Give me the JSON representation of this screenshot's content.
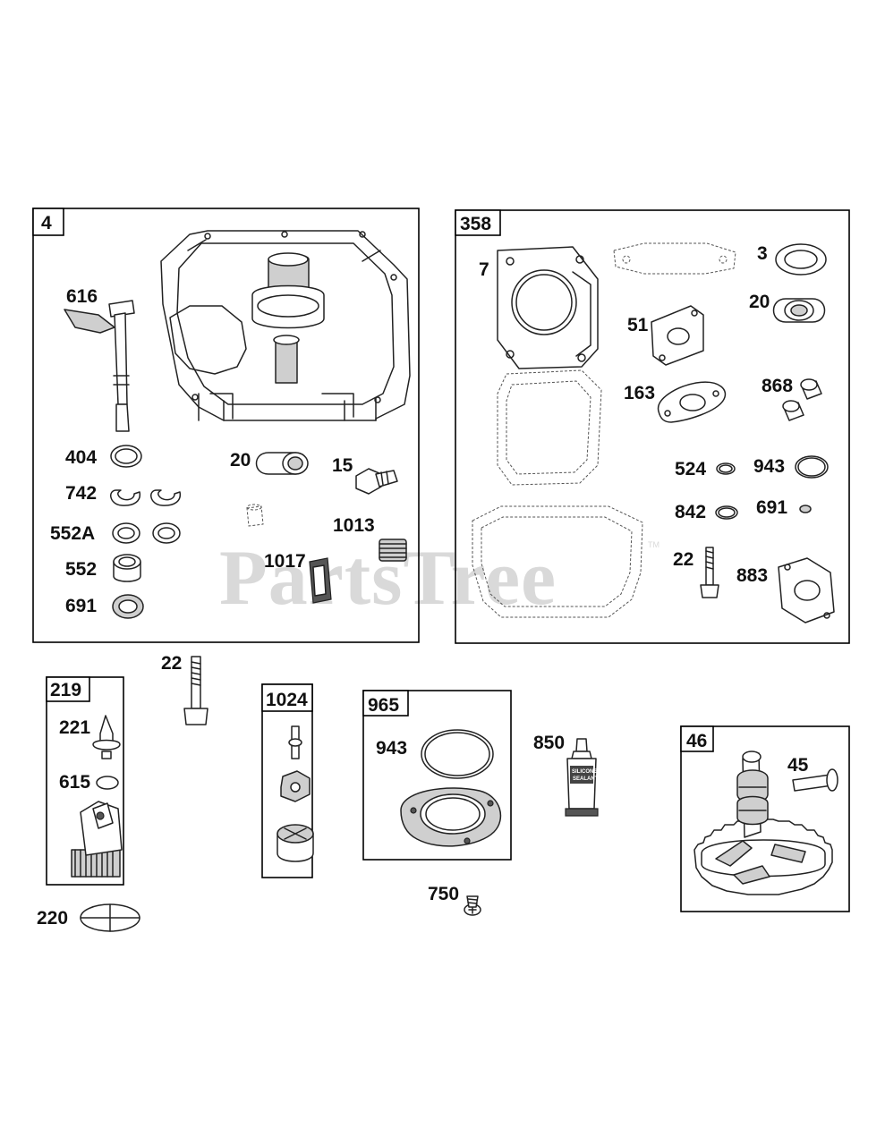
{
  "watermark": {
    "text": "PartsTree",
    "mark": "TM"
  },
  "groups": {
    "g4": "4",
    "g358": "358",
    "g219": "219",
    "g1024": "1024",
    "g965": "965",
    "g46": "46"
  },
  "parts": {
    "p616": "616",
    "p404": "404",
    "p742": "742",
    "p552a": "552A",
    "p552": "552",
    "p691a": "691",
    "p20a": "20",
    "p15": "15",
    "p1013": "1013",
    "p1017": "1017",
    "p7": "7",
    "p3": "3",
    "p20b": "20",
    "p51": "51",
    "p163": "163",
    "p868": "868",
    "p524": "524",
    "p943a": "943",
    "p842": "842",
    "p691b": "691",
    "p22a": "22",
    "p883": "883",
    "p22b": "22",
    "p221": "221",
    "p615": "615",
    "p220": "220",
    "p943b": "943",
    "p850": "850",
    "p750": "750",
    "p45": "45"
  },
  "tube_text": {
    "line1": "SILICONE",
    "line2": "SEALANT"
  },
  "colors": {
    "line": "#222222",
    "frame": "#000000",
    "watermark": "#d9d9d9",
    "background": "#ffffff"
  }
}
